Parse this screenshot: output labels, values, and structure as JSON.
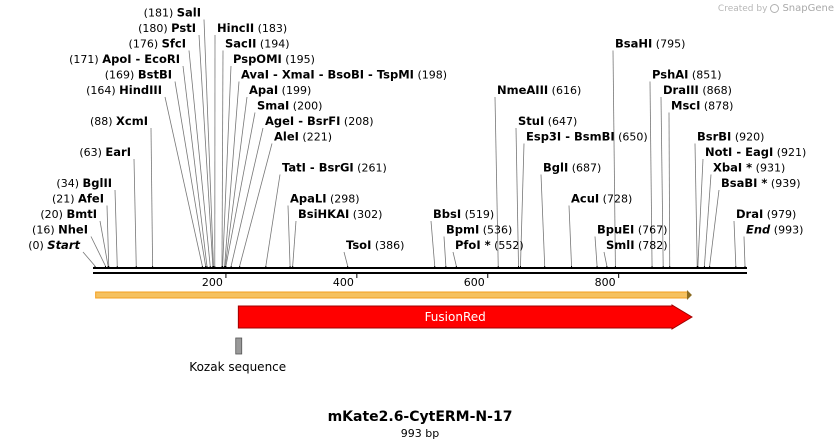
{
  "map": {
    "title": "mKate2.6-CytERM-N-17",
    "length_label": "993 bp",
    "length": 993,
    "brand_prefix": "Created by",
    "brand_name": "SnapGene",
    "ticks": [
      {
        "pos": 200,
        "label": "200"
      },
      {
        "pos": 400,
        "label": "400"
      },
      {
        "pos": 600,
        "label": "600"
      },
      {
        "pos": 800,
        "label": "800"
      }
    ],
    "features": [
      {
        "id": "orf",
        "label": "",
        "start": 1,
        "end": 912,
        "color": "#f4a020",
        "type": "orf"
      },
      {
        "id": "fusionred",
        "label": "FusionRed",
        "start": 219,
        "end": 912,
        "color": "#ff0000",
        "type": "cds"
      },
      {
        "id": "kozak",
        "label": "Kozak sequence",
        "start": 215,
        "end": 224,
        "color": "#999999",
        "type": "misc"
      }
    ],
    "sites": [
      {
        "group": [
          {
            "name": "Start",
            "italic": true
          }
        ],
        "pos": "(0)",
        "site": 0,
        "row": 0,
        "side": "left"
      },
      {
        "group": [
          {
            "name": "NheI"
          }
        ],
        "pos": "(16)",
        "site": 16,
        "row": 1,
        "side": "left"
      },
      {
        "group": [
          {
            "name": "BmtI"
          }
        ],
        "pos": "(20)",
        "site": 20,
        "row": 2,
        "side": "left"
      },
      {
        "group": [
          {
            "name": "AfeI"
          }
        ],
        "pos": "(21)",
        "site": 21,
        "row": 3,
        "side": "left"
      },
      {
        "group": [
          {
            "name": "BglII"
          }
        ],
        "pos": "(34)",
        "site": 34,
        "row": 4,
        "side": "left"
      },
      {
        "group": [
          {
            "name": "EarI"
          }
        ],
        "pos": "(63)",
        "site": 63,
        "row": 6,
        "side": "left"
      },
      {
        "group": [
          {
            "name": "XcmI"
          }
        ],
        "pos": "(88)",
        "site": 88,
        "row": 8,
        "side": "left"
      },
      {
        "group": [
          {
            "name": "HindIII"
          }
        ],
        "pos": "(164)",
        "site": 164,
        "row": 10,
        "side": "left"
      },
      {
        "group": [
          {
            "name": "BstBI"
          }
        ],
        "pos": "(169)",
        "site": 169,
        "row": 11,
        "side": "left"
      },
      {
        "group": [
          {
            "name": "ApoI"
          },
          {
            "name": "EcoRI"
          }
        ],
        "pos": "(171)",
        "site": 171,
        "row": 12,
        "side": "left"
      },
      {
        "group": [
          {
            "name": "SfcI"
          }
        ],
        "pos": "(176)",
        "site": 176,
        "row": 13,
        "side": "left"
      },
      {
        "group": [
          {
            "name": "PstI"
          }
        ],
        "pos": "(180)",
        "site": 180,
        "row": 14,
        "side": "left"
      },
      {
        "group": [
          {
            "name": "SalI"
          }
        ],
        "pos": "(181)",
        "site": 181,
        "row": 15,
        "side": "left"
      },
      {
        "group": [
          {
            "name": "HincII"
          }
        ],
        "pos": "(183)",
        "site": 183,
        "row": 14,
        "side": "right"
      },
      {
        "group": [
          {
            "name": "SacII"
          }
        ],
        "pos": "(194)",
        "site": 194,
        "row": 13,
        "side": "right"
      },
      {
        "group": [
          {
            "name": "PspOMI"
          }
        ],
        "pos": "(195)",
        "site": 195,
        "row": 12,
        "side": "right"
      },
      {
        "group": [
          {
            "name": "AvaI"
          },
          {
            "name": "XmaI"
          },
          {
            "name": "BsoBI"
          },
          {
            "name": "TspMI"
          }
        ],
        "pos": "(198)",
        "site": 198,
        "row": 11,
        "side": "right"
      },
      {
        "group": [
          {
            "name": "ApaI"
          }
        ],
        "pos": "(199)",
        "site": 199,
        "row": 10,
        "side": "right"
      },
      {
        "group": [
          {
            "name": "SmaI"
          }
        ],
        "pos": "(200)",
        "site": 200,
        "row": 9,
        "side": "right"
      },
      {
        "group": [
          {
            "name": "AgeI"
          },
          {
            "name": "BsrFI"
          }
        ],
        "pos": "(208)",
        "site": 208,
        "row": 8,
        "side": "right"
      },
      {
        "group": [
          {
            "name": "AleI"
          }
        ],
        "pos": "(221)",
        "site": 221,
        "row": 7,
        "side": "right"
      },
      {
        "group": [
          {
            "name": "TatI"
          },
          {
            "name": "BsrGI"
          }
        ],
        "pos": "(261)",
        "site": 261,
        "row": 5,
        "side": "right"
      },
      {
        "group": [
          {
            "name": "ApaLI"
          }
        ],
        "pos": "(298)",
        "site": 298,
        "row": 3,
        "side": "right"
      },
      {
        "group": [
          {
            "name": "BsiHKAI"
          }
        ],
        "pos": "(302)",
        "site": 302,
        "row": 2,
        "side": "right"
      },
      {
        "group": [
          {
            "name": "TsoI"
          }
        ],
        "pos": "(386)",
        "site": 386,
        "row": 0,
        "side": "right"
      },
      {
        "group": [
          {
            "name": "BbsI"
          }
        ],
        "pos": "(519)",
        "site": 519,
        "row": 2,
        "side": "right"
      },
      {
        "group": [
          {
            "name": "BpmI"
          }
        ],
        "pos": "(536)",
        "site": 536,
        "row": 1,
        "side": "right"
      },
      {
        "group": [
          {
            "name": "PfoI *"
          }
        ],
        "pos": "(552)",
        "site": 552,
        "row": 0,
        "side": "right"
      },
      {
        "group": [
          {
            "name": "NmeAIII"
          }
        ],
        "pos": "(616)",
        "site": 616,
        "row": 10,
        "side": "right"
      },
      {
        "group": [
          {
            "name": "StuI"
          }
        ],
        "pos": "(647)",
        "site": 647,
        "row": 8,
        "side": "right"
      },
      {
        "group": [
          {
            "name": "Esp3I"
          },
          {
            "name": "BsmBI"
          }
        ],
        "pos": "(650)",
        "site": 650,
        "row": 7,
        "side": "right"
      },
      {
        "group": [
          {
            "name": "BglI"
          }
        ],
        "pos": "(687)",
        "site": 687,
        "row": 5,
        "side": "right"
      },
      {
        "group": [
          {
            "name": "AcuI"
          }
        ],
        "pos": "(728)",
        "site": 728,
        "row": 3,
        "side": "right"
      },
      {
        "group": [
          {
            "name": "BpuEI"
          }
        ],
        "pos": "(767)",
        "site": 767,
        "row": 1,
        "side": "right"
      },
      {
        "group": [
          {
            "name": "SmlI"
          }
        ],
        "pos": "(782)",
        "site": 782,
        "row": 0,
        "side": "right"
      },
      {
        "group": [
          {
            "name": "BsaHI"
          }
        ],
        "pos": "(795)",
        "site": 795,
        "row": 13,
        "side": "right"
      },
      {
        "group": [
          {
            "name": "PshAI"
          }
        ],
        "pos": "(851)",
        "site": 851,
        "row": 11,
        "side": "right"
      },
      {
        "group": [
          {
            "name": "DraIII"
          }
        ],
        "pos": "(868)",
        "site": 868,
        "row": 10,
        "side": "right"
      },
      {
        "group": [
          {
            "name": "MscI"
          }
        ],
        "pos": "(878)",
        "site": 878,
        "row": 9,
        "side": "right"
      },
      {
        "group": [
          {
            "name": "BsrBI"
          }
        ],
        "pos": "(920)",
        "site": 920,
        "row": 7,
        "side": "right"
      },
      {
        "group": [
          {
            "name": "NotI"
          },
          {
            "name": "EagI"
          }
        ],
        "pos": "(921)",
        "site": 921,
        "row": 6,
        "side": "right"
      },
      {
        "group": [
          {
            "name": "XbaI *"
          }
        ],
        "pos": "(931)",
        "site": 931,
        "row": 5,
        "side": "right"
      },
      {
        "group": [
          {
            "name": "BsaBI *"
          }
        ],
        "pos": "(939)",
        "site": 939,
        "row": 4,
        "side": "right"
      },
      {
        "group": [
          {
            "name": "DraI"
          }
        ],
        "pos": "(979)",
        "site": 979,
        "row": 2,
        "side": "right"
      },
      {
        "group": [
          {
            "name": "End",
            "italic": true
          }
        ],
        "pos": "(993)",
        "site": 993,
        "row": 1,
        "side": "right"
      }
    ]
  }
}
